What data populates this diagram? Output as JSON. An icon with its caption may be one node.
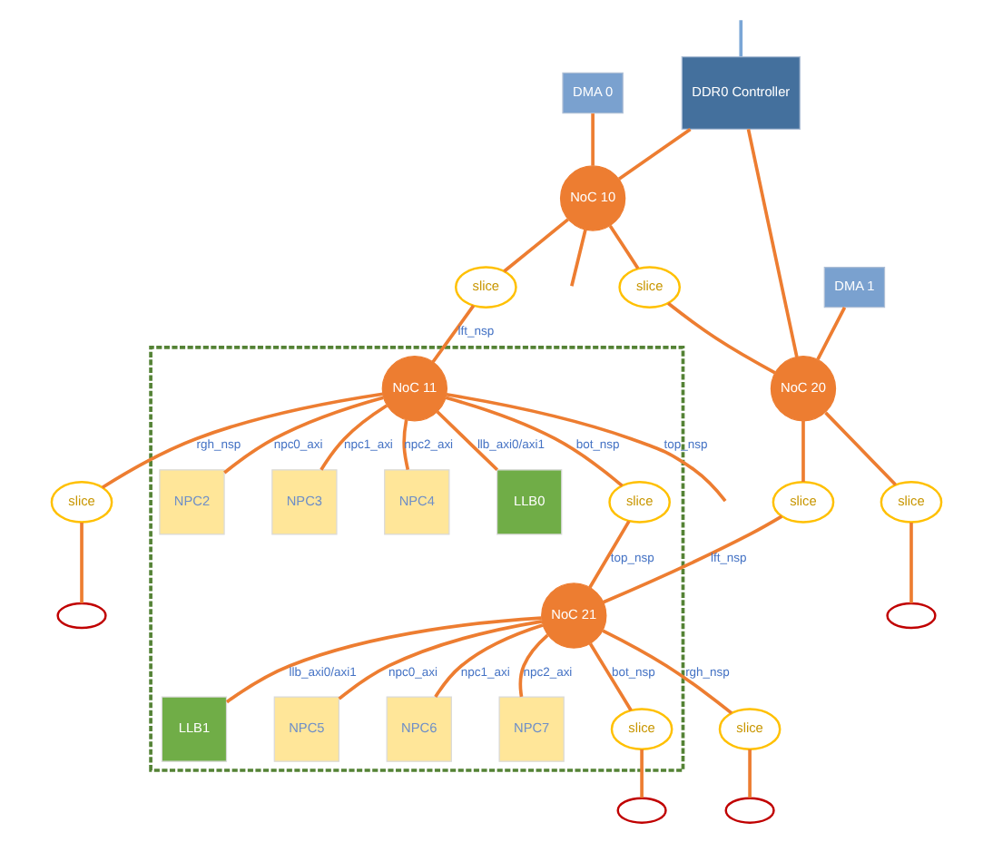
{
  "diagram": {
    "nodes": [
      {
        "text": [
          "DDR0 Controller"
        ]
      },
      {
        "text": [
          "DMA 0"
        ]
      },
      {
        "text": [
          "NoC 10"
        ]
      },
      {
        "text": [
          "slice"
        ]
      },
      {
        "text": [
          "NoC 20"
        ]
      },
      {
        "text": [
          "DMA 1"
        ]
      },
      {
        "text": [
          "slice"
        ]
      },
      {
        "text": [],
        "shape": "ellipse"
      },
      {
        "text": [],
        "shape": "box"
      },
      {
        "text": [
          "NPC2"
        ],
        "in": 8
      },
      {
        "text": [
          "NPC3"
        ],
        "in": 8
      },
      {
        "text": [
          "NoC 11"
        ],
        "in": 8
      },
      {
        "text": [
          "NPC4"
        ],
        "in": 8
      },
      {
        "text": [
          "LLB0"
        ],
        "in": 8
      },
      {
        "text": [
          "slice"
        ],
        "in": 8
      },
      {
        "text": [
          "LLB1"
        ],
        "in": 8
      },
      {
        "text": [
          "NPC5"
        ],
        "in": 8
      },
      {
        "text": [
          "NoC 21"
        ],
        "in": 8
      },
      {
        "text": [
          "NPC6"
        ],
        "in": 8
      },
      {
        "text": [
          "NPC7"
        ],
        "in": 8
      },
      {
        "text": [
          "slice"
        ],
        "in": 8
      },
      {
        "text": [
          "slice"
        ]
      },
      {
        "text": [
          "slice"
        ]
      },
      {
        "text": [],
        "shape": "ellipse"
      },
      {
        "text": [
          "slice"
        ]
      },
      {
        "text": [
          "slice"
        ]
      },
      {
        "text": [],
        "shape": "ellipse"
      },
      {
        "text": [],
        "shape": "ellipse"
      }
    ],
    "edges": [
      {
        "from": null,
        "to": 0,
        "arrow": "none",
        "color": "#7aa6d6"
      },
      {
        "from": 1,
        "to": 2,
        "arrow": "none"
      },
      {
        "from": 0,
        "to": 2,
        "arrow": "none"
      },
      {
        "from": 0,
        "to": 4,
        "arrow": "none"
      },
      {
        "from": 2,
        "to": null,
        "arrow": "none"
      },
      {
        "from": 2,
        "to": 3,
        "arrow": "none"
      },
      {
        "from": 3,
        "to": 4,
        "arrow": "none"
      },
      {
        "from": 5,
        "to": 4,
        "arrow": "none"
      },
      {
        "from": 4,
        "to": 6,
        "arrow": "none"
      },
      {
        "from": 6,
        "to": 7,
        "arrow": "none"
      },
      {
        "from": 2,
        "to": 21,
        "arrow": "none"
      },
      {
        "from": 21,
        "to": 11,
        "arrow": "none",
        "label": "lft_nsp"
      },
      {
        "from": 11,
        "to": null,
        "arrow": "none",
        "label": "top_nsp"
      },
      {
        "from": 11,
        "to": 9,
        "arrow": "none",
        "label": "npc0_axi"
      },
      {
        "from": 11,
        "to": 10,
        "arrow": "none",
        "label": "npc1_axi"
      },
      {
        "from": 11,
        "to": 12,
        "arrow": "none",
        "label": "npc2_axi"
      },
      {
        "from": 11,
        "to": 13,
        "arrow": "none",
        "label": "llb_axi0/axi1"
      },
      {
        "from": 11,
        "to": 22,
        "arrow": "none",
        "label": "rgh_nsp"
      },
      {
        "from": 22,
        "to": 23,
        "arrow": "none"
      },
      {
        "from": 11,
        "to": 14,
        "arrow": "none",
        "label": "bot_nsp"
      },
      {
        "from": 14,
        "to": 17,
        "arrow": "none",
        "label": "top_nsp"
      },
      {
        "from": 17,
        "to": 15,
        "arrow": "none",
        "label": "llb_axi0/axi1"
      },
      {
        "from": 17,
        "to": 16,
        "arrow": "none",
        "label": "npc0_axi"
      },
      {
        "from": 17,
        "to": 18,
        "arrow": "none",
        "label": "npc1_axi"
      },
      {
        "from": 17,
        "to": 19,
        "arrow": "none",
        "label": "npc2_axi"
      },
      {
        "from": 4,
        "to": 24,
        "arrow": "none"
      },
      {
        "from": 24,
        "to": 17,
        "arrow": "none",
        "label": "lft_nsp"
      },
      {
        "from": 17,
        "to": 25,
        "arrow": "none",
        "label": "rgh_nsp"
      },
      {
        "from": 25,
        "to": 26,
        "arrow": "none"
      },
      {
        "from": 17,
        "to": 20,
        "arrow": "none",
        "label": "bot_nsp"
      },
      {
        "from": 20,
        "to": 27,
        "arrow": "none"
      }
    ]
  }
}
